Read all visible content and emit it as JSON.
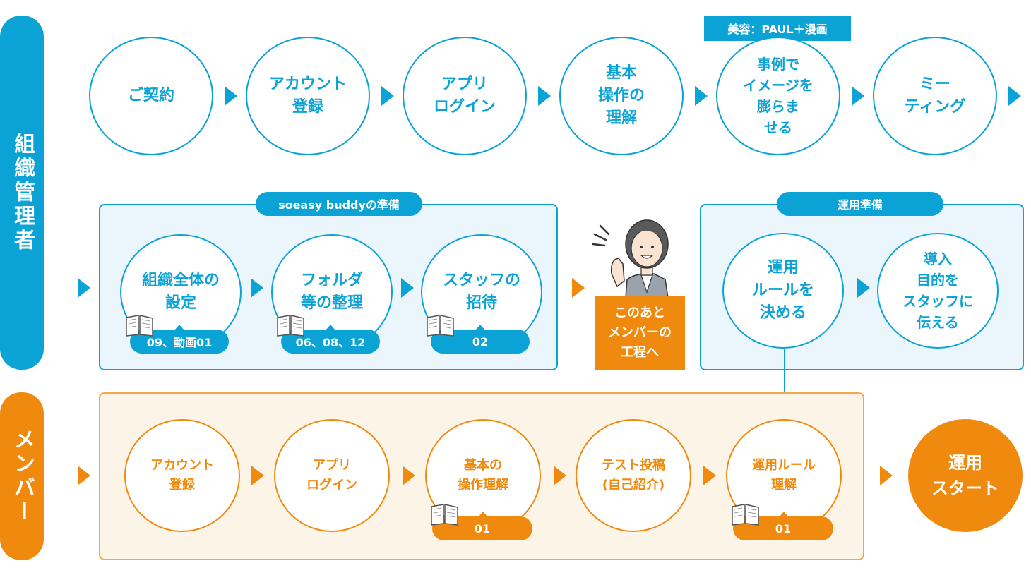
{
  "sidebar": {
    "admin_label": "組織管理者",
    "member_label": "メンバー"
  },
  "admin_row1": {
    "badge": "美容：PAUL＋漫画",
    "steps": [
      "ご契約",
      "アカウント\n登録",
      "アプリ\nログイン",
      "基本\n操作の\n理解",
      "事例で\nイメージを\n膨らま\nせる",
      "ミー\nティング"
    ]
  },
  "admin_row2": {
    "prep_group": {
      "title": "soeasy buddyの準備",
      "steps": [
        {
          "label": "組織全体の\n設定",
          "tag": "09、動画01"
        },
        {
          "label": "フォルダ\n等の整理",
          "tag": "06、08、12"
        },
        {
          "label": "スタッフの\n招待",
          "tag": "02"
        }
      ]
    },
    "handoff_label": "このあと\nメンバーの\n工程へ",
    "ops_group": {
      "title": "運用準備",
      "steps": [
        "運用\nルールを\n決める",
        "導入\n目的を\nスタッフに\n伝える"
      ]
    }
  },
  "member_row": {
    "steps": [
      {
        "label": "アカウント\n登録",
        "tag": ""
      },
      {
        "label": "アプリ\nログイン",
        "tag": ""
      },
      {
        "label": "基本の\n操作理解",
        "tag": "01"
      },
      {
        "label": "テスト投稿\n(自己紹介)",
        "tag": ""
      },
      {
        "label": "運用ルール\n理解",
        "tag": "01"
      }
    ],
    "final": "運用\nスタート"
  },
  "colors": {
    "blue": "#0ba3d6",
    "orange": "#f08a0e",
    "light_blue_bg": "#eaf5fc",
    "light_orange_bg": "#fdf4e8"
  },
  "icons": [
    "book-icon",
    "person-illustration"
  ]
}
